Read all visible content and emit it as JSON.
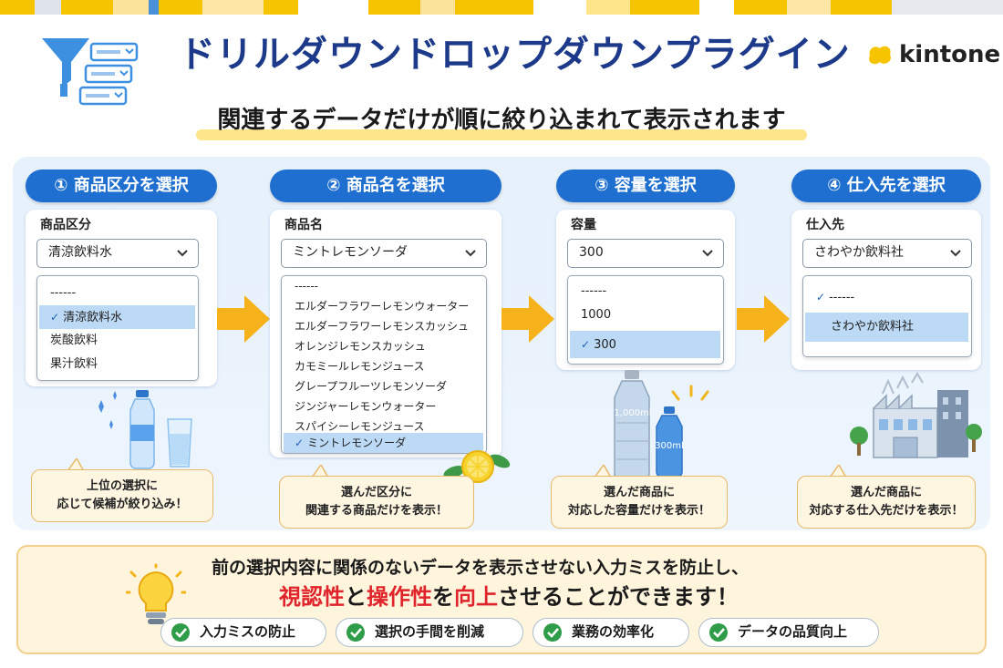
{
  "header": {
    "title": "ドリルダウンドロップダウンプラグイン",
    "brand": "kintone",
    "subtitle": "関連するデータだけが順に絞り込まれて表示されます"
  },
  "steps": [
    {
      "title": "① 商品区分を選択",
      "field_label": "商品区分",
      "selected_value": "清涼飲料水",
      "options": [
        "------",
        "清涼飲料水",
        "炭酸飲料",
        "果汁飲料"
      ],
      "selected_index": 1,
      "bubble": [
        "上位の選択に",
        "応じて候補が絞り込み！"
      ]
    },
    {
      "title": "② 商品名を選択",
      "field_label": "商品名",
      "selected_value": "ミントレモンソーダ",
      "options": [
        "------",
        "エルダーフラワーレモンウォーター",
        "エルダーフラワーレモンスカッシュ",
        "オレンジレモンスカッシュ",
        "カモミールレモンジュース",
        "グレープフルーツレモンソーダ",
        "ジンジャーレモンウォーター",
        "スパイシーレモンジュース",
        "ミントレモンソーダ"
      ],
      "selected_index": 8,
      "bubble": [
        "選んだ区分に",
        "関連する商品だけを表示！"
      ]
    },
    {
      "title": "③ 容量を選択",
      "field_label": "容量",
      "selected_value": "300",
      "options": [
        "------",
        "1000",
        "300"
      ],
      "selected_index": 2,
      "bubble": [
        "選んだ商品に",
        "対応した容量だけを表示！"
      ],
      "bottle_labels": [
        "1,000ml",
        "300ml"
      ]
    },
    {
      "title": "④ 仕入先を選択",
      "field_label": "仕入先",
      "selected_value": "さわやか飲料社",
      "options": [
        "------",
        "さわやか飲料社"
      ],
      "selected_index": 1,
      "bubble": [
        "選んだ商品に",
        "対応する仕入先だけを表示！"
      ]
    }
  ],
  "bottom": {
    "message_line1": "前の選択内容に関係のないデータを表示させない入力ミスを防止し、",
    "msg2_a": "視認性",
    "msg2_b": "と",
    "msg2_c": "操作性",
    "msg2_d": "を",
    "msg2_e": "向上",
    "msg2_f": "させることができます！",
    "benefits": [
      "入力ミスの防止",
      "選択の手間を削減",
      "業務の効率化",
      "データの品質向上"
    ]
  },
  "colors": {
    "primary_blue": "#1e6fd0",
    "title_navy": "#1d3a8a",
    "accent_red": "#e0242b",
    "arrow_orange": "#f6b21b",
    "check_green": "#2e9c48",
    "brand_yellow": "#f6c400"
  }
}
